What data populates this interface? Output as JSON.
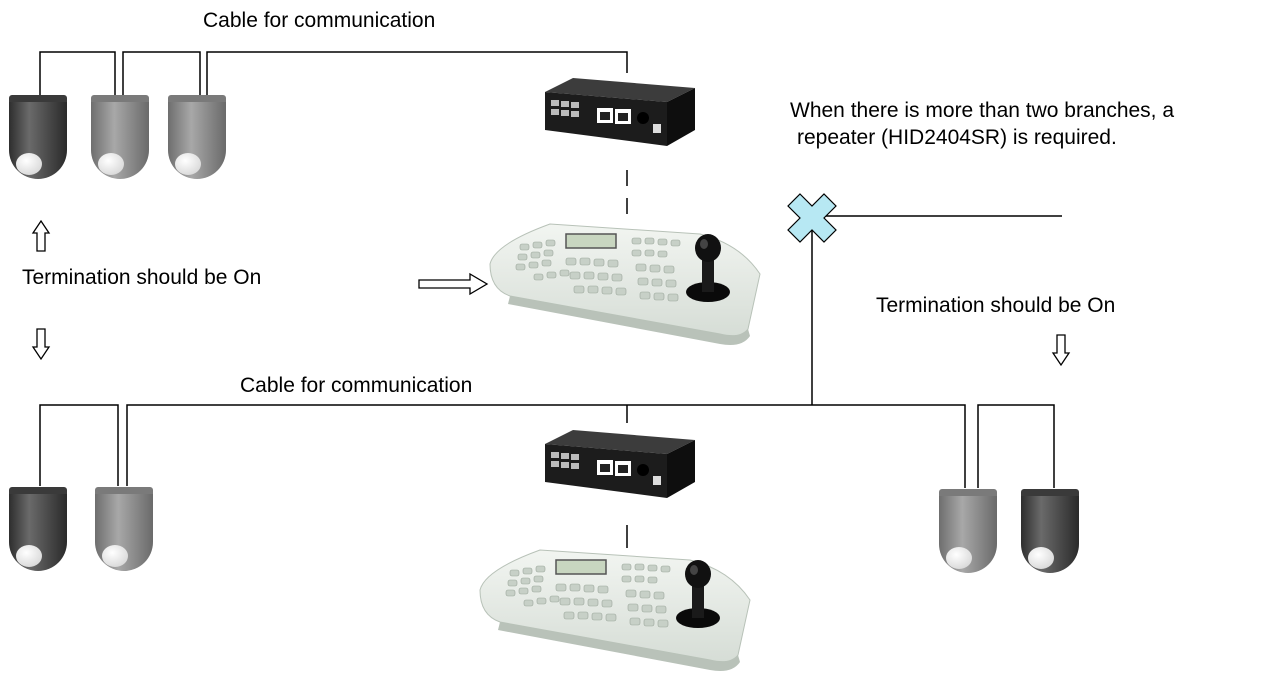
{
  "labels": {
    "cable_top": "Cable for communication",
    "cable_bottom": "Cable for communication",
    "termination_left": "Termination should be On",
    "termination_right": "Termination should be On",
    "repeater_note_line1": "When there is more than two branches, a",
    "repeater_note_line2": "repeater (HID2404SR)  is required."
  },
  "icons": {
    "dome_camera": "dome-camera-icon",
    "controller_box": "rs485-converter-icon",
    "keyboard": "ptz-keyboard-controller-icon",
    "prohibited_branch": "x-mark-icon",
    "arrows": [
      "up-arrow-icon",
      "down-arrow-icon",
      "right-arrow-icon"
    ]
  },
  "colors": {
    "wire": "#000000",
    "x_mark_fill": "#b7e8f3",
    "camera_dark": "#4a4a4a",
    "camera_light": "#8a8a8a",
    "keyboard_body": "#e6ece6"
  }
}
